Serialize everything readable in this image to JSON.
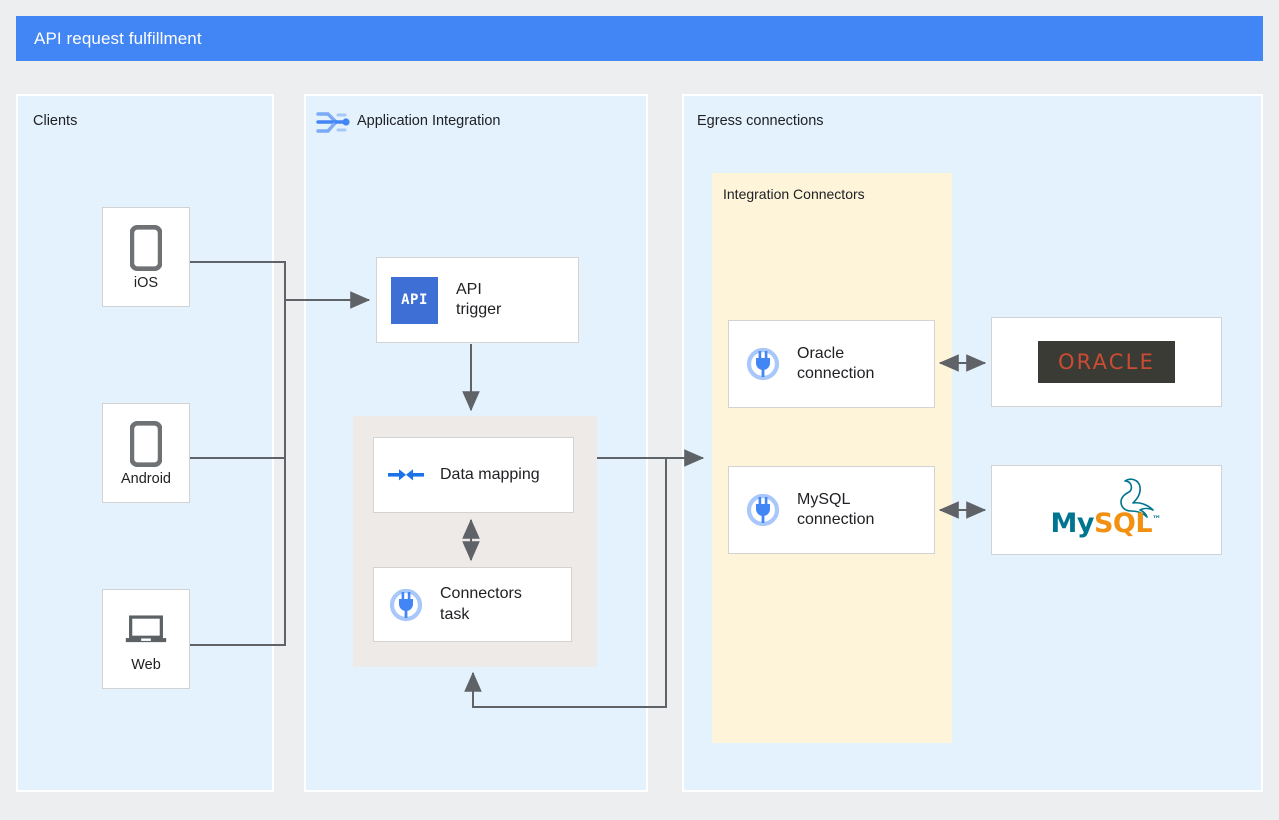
{
  "header": {
    "title": "API request fulfillment",
    "background_color": "#4285f4",
    "text_color": "#ffffff"
  },
  "panels": {
    "clients": {
      "label": "Clients",
      "background_color": "#e3f2fd"
    },
    "application_integration": {
      "label": "Application Integration",
      "icon": "application-integration-icon",
      "background_color": "#e3f2fd"
    },
    "egress": {
      "label": "Egress connections",
      "background_color": "#e3f2fd"
    },
    "integration_connectors": {
      "label": "Integration Connectors",
      "background_color": "#fdf4da"
    },
    "task_group": {
      "background_color": "#eeeae7"
    }
  },
  "clients": [
    {
      "name": "iOS",
      "icon": "mobile-phone-icon"
    },
    {
      "name": "Android",
      "icon": "mobile-phone-icon"
    },
    {
      "name": "Web",
      "icon": "laptop-icon"
    }
  ],
  "integration_nodes": {
    "api_trigger": {
      "label": "API\ntrigger",
      "icon": "api-icon",
      "icon_text": "API"
    },
    "data_mapping": {
      "label": "Data mapping",
      "icon": "data-mapping-icon"
    },
    "connectors_task": {
      "label": "Connectors\ntask",
      "icon": "plug-icon"
    }
  },
  "connections": [
    {
      "label": "Oracle\nconnection",
      "icon": "plug-icon"
    },
    {
      "label": "MySQL\nconnection",
      "icon": "plug-icon"
    }
  ],
  "backends": [
    {
      "name": "oracle-logo",
      "text": "ORACLE",
      "background_color": "#3b3b35",
      "text_color": "#cc4b33"
    },
    {
      "name": "mysql-logo",
      "text_primary": "My",
      "text_secondary": "SQL",
      "trademark": "™",
      "primary_color": "#00758f",
      "secondary_color": "#f29111"
    }
  ],
  "colors": {
    "page_background": "#eceeef",
    "panel_blue": "#e3f2fd",
    "connector_yellow": "#fdf4da",
    "task_gray": "#eeeae7",
    "wire": "#5f6368",
    "accent_blue": "#1a73e8"
  }
}
